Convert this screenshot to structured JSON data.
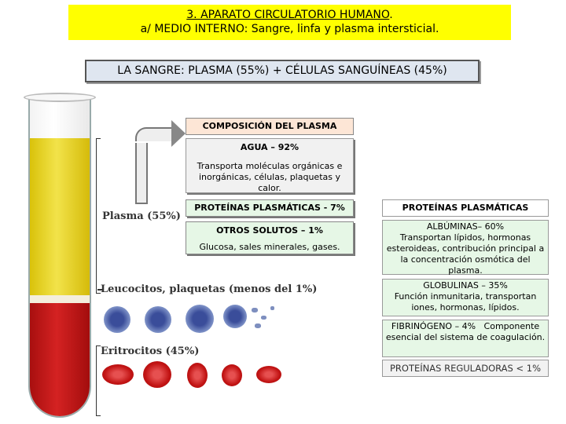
{
  "title": {
    "line1_underlined": "3. APARATO CIRCULATORIO HUMANO",
    "line1_suffix": ".",
    "line2": "a/ MEDIO INTERNO: Sangre, linfa y plasma intersticial."
  },
  "blood_summary": "LA SANGRE: PLASMA (55%) + CÉLULAS SANGUÍNEAS (45%)",
  "figure": {
    "plasma_label": "Plasma (55%)",
    "leucocitos_label": "Leucocitos, plaquetas (menos del 1%)",
    "eritrocitos_label": "Eritrocitos (45%)",
    "colors": {
      "plasma": "#f2e34a",
      "blood": "#c41a1a",
      "leucocyte": "#3a4d9a"
    }
  },
  "plasma_composition": {
    "heading": "COMPOSICIÓN DEL PLASMA",
    "agua": {
      "title": "AGUA – 92%",
      "text": "Transporta moléculas orgánicas e inorgánicas, células, plaquetas y calor."
    },
    "proteinas": "PROTEÍNAS PLASMÁTICAS - 7%",
    "otros": {
      "title": "OTROS SOLUTOS – 1%",
      "text": "Glucosa, sales minerales, gases."
    }
  },
  "plasma_proteins": {
    "heading": "PROTEÍNAS PLASMÁTICAS",
    "albuminas": {
      "title": "ALBÚMINAS– 60%",
      "text": "Transportan lípidos, hormonas esteroideas, contribución principal a la concentración osmótica del plasma."
    },
    "globulinas": {
      "title": "GLOBULINAS – 35%",
      "text": "Función inmunitaria, transportan iones, hormonas, lípidos."
    },
    "fibrinogeno": {
      "title": "FIBRINÓGENO – 4%",
      "text": "Componente esencial del sistema de coagulación."
    },
    "reguladoras": "PROTEÍNAS REGULADORAS < 1%"
  }
}
